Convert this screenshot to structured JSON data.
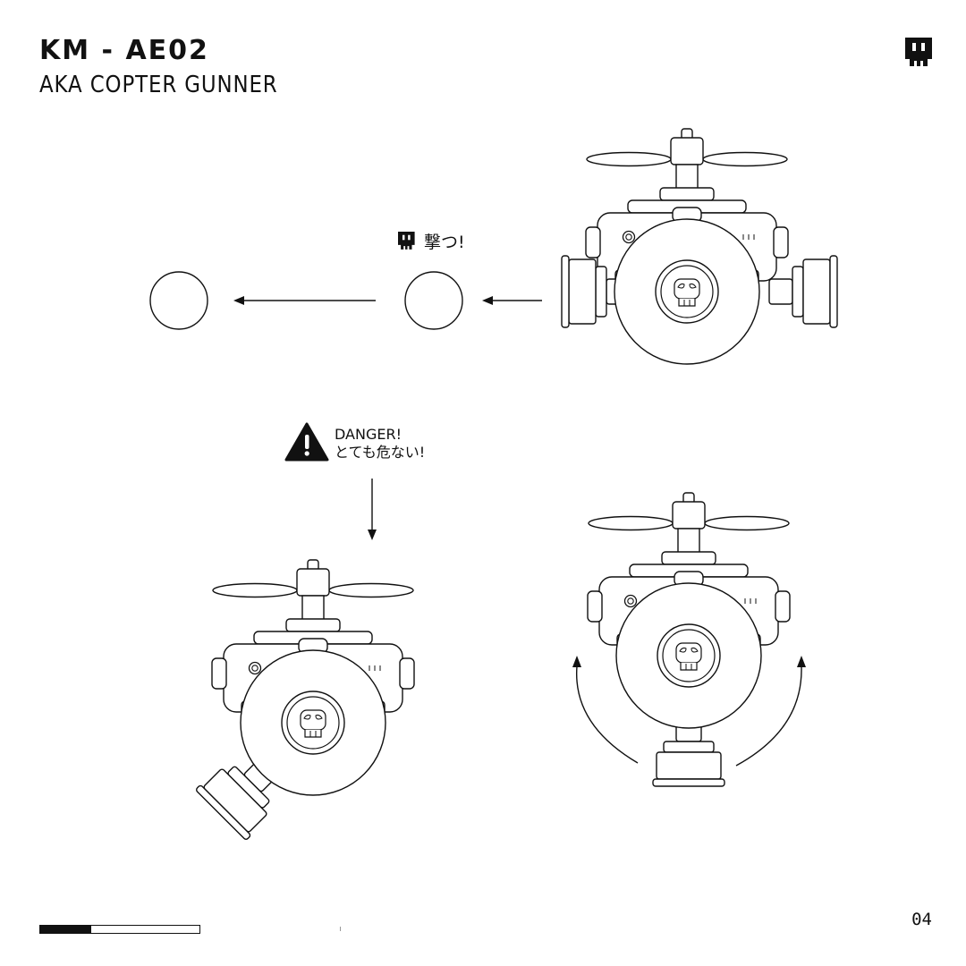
{
  "header": {
    "title": "KM - AE02",
    "subtitle": "AKA COPTER GUNNER"
  },
  "labels": {
    "shoot": "撃つ!",
    "danger_en": "DANGER!",
    "danger_jp": "とても危ない!"
  },
  "footer": {
    "page_number": "04",
    "progress": 0.32
  },
  "icons": {
    "brand": "skull-logo-icon",
    "warning": "warning-triangle-icon"
  },
  "colors": {
    "ink": "#111111",
    "background": "#ffffff"
  }
}
